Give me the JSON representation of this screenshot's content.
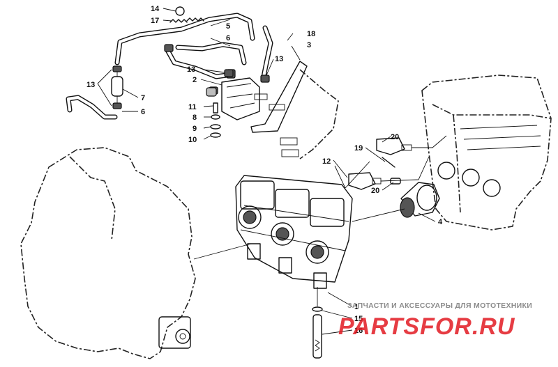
{
  "callouts": [
    {
      "id": "1"
    },
    {
      "id": "2"
    },
    {
      "id": "3"
    },
    {
      "id": "4"
    },
    {
      "id": "5"
    },
    {
      "id": "6"
    },
    {
      "id": "7"
    },
    {
      "id": "8"
    },
    {
      "id": "9"
    },
    {
      "id": "10"
    },
    {
      "id": "11"
    },
    {
      "id": "12"
    },
    {
      "id": "13"
    },
    {
      "id": "14"
    },
    {
      "id": "15"
    },
    {
      "id": "16"
    },
    {
      "id": "17"
    },
    {
      "id": "18"
    },
    {
      "id": "19"
    },
    {
      "id": "20"
    }
  ],
  "watermark": {
    "tagline": "ЗАПЧАСТИ И АКСЕССУАРЫ ДЛЯ МОТОТЕХНИКИ",
    "logo_text": "PARTSFOR.RU",
    "logo_color": "#e21b23",
    "tagline_color": "#8c8c8c"
  }
}
